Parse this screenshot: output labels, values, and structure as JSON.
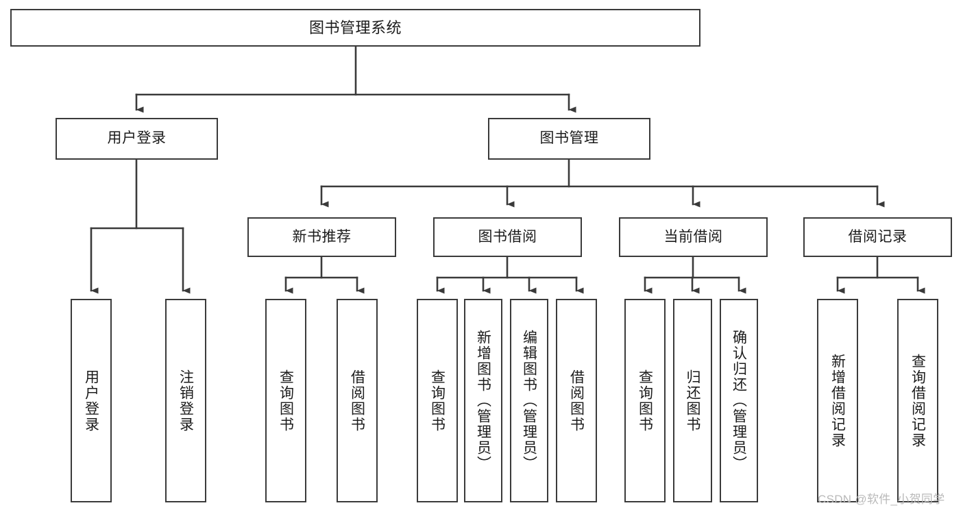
{
  "diagram": {
    "type": "tree-hierarchy",
    "title": "图书管理系统",
    "orientation": "top-down",
    "nodes": [
      {
        "id": "root",
        "label": "图书管理系统",
        "level": 0,
        "text_direction": "horizontal"
      },
      {
        "id": "user-login",
        "label": "用户登录",
        "level": 1,
        "parent": "root",
        "text_direction": "horizontal"
      },
      {
        "id": "book-manage",
        "label": "图书管理",
        "level": 1,
        "parent": "root",
        "text_direction": "horizontal"
      },
      {
        "id": "new-book-rec",
        "label": "新书推荐",
        "level": 2,
        "parent": "book-manage",
        "text_direction": "horizontal"
      },
      {
        "id": "book-borrow",
        "label": "图书借阅",
        "level": 2,
        "parent": "book-manage",
        "text_direction": "horizontal"
      },
      {
        "id": "current-borrow",
        "label": "当前借阅",
        "level": 2,
        "parent": "book-manage",
        "text_direction": "horizontal"
      },
      {
        "id": "borrow-record",
        "label": "借阅记录",
        "level": 2,
        "parent": "book-manage",
        "text_direction": "horizontal"
      },
      {
        "id": "leaf-user-login",
        "label": "用户登录",
        "level": 2,
        "parent": "user-login",
        "text_direction": "vertical"
      },
      {
        "id": "leaf-logout",
        "label": "注销登录",
        "level": 2,
        "parent": "user-login",
        "text_direction": "vertical"
      },
      {
        "id": "leaf-query-book-1",
        "label": "查询图书",
        "level": 3,
        "parent": "new-book-rec",
        "text_direction": "vertical"
      },
      {
        "id": "leaf-borrow-book-1",
        "label": "借阅图书",
        "level": 3,
        "parent": "new-book-rec",
        "text_direction": "vertical"
      },
      {
        "id": "leaf-query-book-2",
        "label": "查询图书",
        "level": 3,
        "parent": "book-borrow",
        "text_direction": "vertical"
      },
      {
        "id": "leaf-add-book",
        "label": "新增图书（管理员）",
        "level": 3,
        "parent": "book-borrow",
        "text_direction": "vertical"
      },
      {
        "id": "leaf-edit-book",
        "label": "编辑图书（管理员）",
        "level": 3,
        "parent": "book-borrow",
        "text_direction": "vertical"
      },
      {
        "id": "leaf-borrow-book-2",
        "label": "借阅图书",
        "level": 3,
        "parent": "book-borrow",
        "text_direction": "vertical"
      },
      {
        "id": "leaf-query-book-3",
        "label": "查询图书",
        "level": 3,
        "parent": "current-borrow",
        "text_direction": "vertical"
      },
      {
        "id": "leaf-return-book",
        "label": "归还图书",
        "level": 3,
        "parent": "current-borrow",
        "text_direction": "vertical"
      },
      {
        "id": "leaf-confirm-return",
        "label": "确认归还（管理员）",
        "level": 3,
        "parent": "current-borrow",
        "text_direction": "vertical"
      },
      {
        "id": "leaf-add-record",
        "label": "新增借阅记录",
        "level": 3,
        "parent": "borrow-record",
        "text_direction": "vertical"
      },
      {
        "id": "leaf-query-record",
        "label": "查询借阅记录",
        "level": 3,
        "parent": "borrow-record",
        "text_direction": "vertical"
      }
    ],
    "colors": {
      "background": "#ffffff",
      "node_border": "#3a3a3a",
      "node_fill": "#ffffff",
      "edge": "#3a3a3a",
      "text": "#1b1b1b",
      "watermark": "#b9b9b9"
    }
  },
  "watermark": {
    "text": "CSDN @软件_小贺同学"
  }
}
